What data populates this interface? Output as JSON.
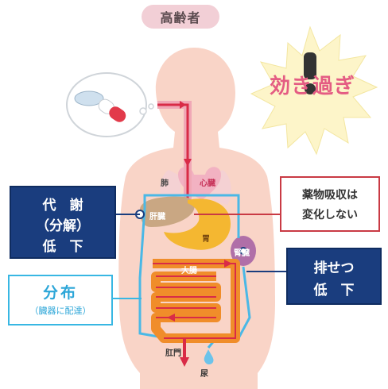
{
  "title": "高齢者",
  "burst_text": "効き過ぎ",
  "organs": {
    "lung": "肺",
    "heart": "心臓",
    "liver": "肝臓",
    "stomach": "胃",
    "kidney": "腎臓",
    "large_intestine": "大腸",
    "anus": "肛門",
    "urine": "尿"
  },
  "metabolism": {
    "line1": "代　謝",
    "line2": "（分解）",
    "line3": "低　下"
  },
  "absorption": {
    "line1": "薬物吸収は",
    "line2": "変化しない"
  },
  "excretion": {
    "line1": "排せつ",
    "line2": "低　下"
  },
  "distribution": {
    "main": "分布",
    "sub": "（臓器に配達）"
  },
  "colors": {
    "body": "#f9d4c7",
    "pill_pink": "#f2cfd6",
    "burst": "#fdf5c9",
    "burst_text": "#e45c83",
    "dark_box": "#1a3d7e",
    "absorb_border": "#c93a44",
    "distribution": "#38b7e3",
    "flow_red": "#d92b47",
    "flow_blue": "#4ab8e6"
  }
}
